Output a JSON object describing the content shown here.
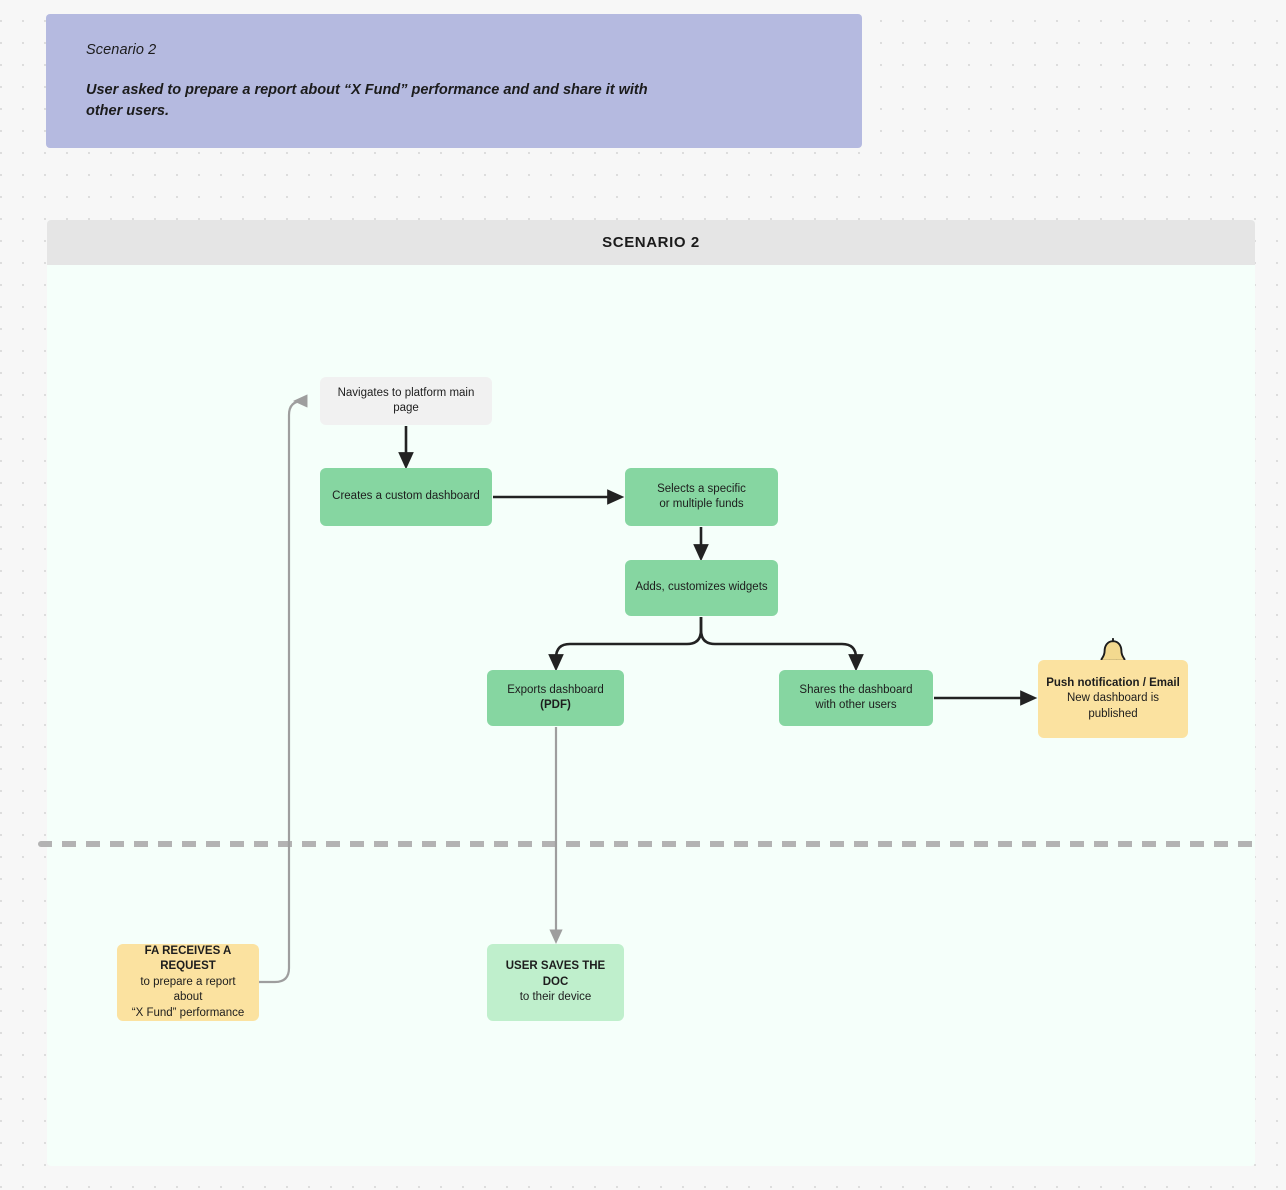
{
  "note": {
    "title": "Scenario 2",
    "body": "User asked to prepare a report about “X Fund” performance and  and share it with other users.",
    "color": "#b5bae0"
  },
  "panel": {
    "header_title": "SCENARIO 2",
    "header_color": "#e5e5e5",
    "background_color": "#f5fffa"
  },
  "lane_divider": {
    "style": "dashed",
    "color": "#b3b3b3"
  },
  "palette": {
    "grey_node": "#f1f1f1",
    "green_node": "#86d6a1",
    "yellow_node": "#fbe2a0",
    "mint_node": "#bfefcc",
    "dark_arrow": "#222222",
    "grey_arrow": "#9e9e9e",
    "canvas": "#f7f7f7",
    "dot_grid": "#d8d8d8"
  },
  "nodes": {
    "navigate": {
      "line1": "Navigates to platform main page",
      "line2": ""
    },
    "create": {
      "line1": "Creates a custom dashboard",
      "line2": ""
    },
    "select": {
      "line1": "Selects a specific",
      "line2": "or multiple funds"
    },
    "widgets": {
      "line1": "Adds, customizes widgets",
      "line2": ""
    },
    "export": {
      "line1": "Exports dashboard",
      "line2": "(PDF)"
    },
    "share": {
      "line1": "Shares the dashboard",
      "line2": "with other users"
    },
    "push": {
      "line1": "Push notification / Email",
      "line2": "New dashboard is",
      "line3": "published",
      "icon": "bell-icon"
    },
    "request": {
      "line1": "FA RECEIVES A REQUEST",
      "line2": "to prepare a report about",
      "line3": "“X Fund” performance"
    },
    "save": {
      "line1": "USER SAVES THE DOC",
      "line2": "to their device"
    }
  },
  "edges": [
    {
      "from": "navigate",
      "to": "create",
      "style": "solid-dark"
    },
    {
      "from": "create",
      "to": "select",
      "style": "solid-dark"
    },
    {
      "from": "select",
      "to": "widgets",
      "style": "solid-dark"
    },
    {
      "from": "widgets",
      "to": "export",
      "style": "solid-dark-branch"
    },
    {
      "from": "widgets",
      "to": "share",
      "style": "solid-dark-branch"
    },
    {
      "from": "share",
      "to": "push",
      "style": "solid-dark"
    },
    {
      "from": "export",
      "to": "save",
      "style": "solid-grey"
    },
    {
      "from": "request",
      "to": "navigate",
      "style": "solid-grey-loop"
    }
  ]
}
